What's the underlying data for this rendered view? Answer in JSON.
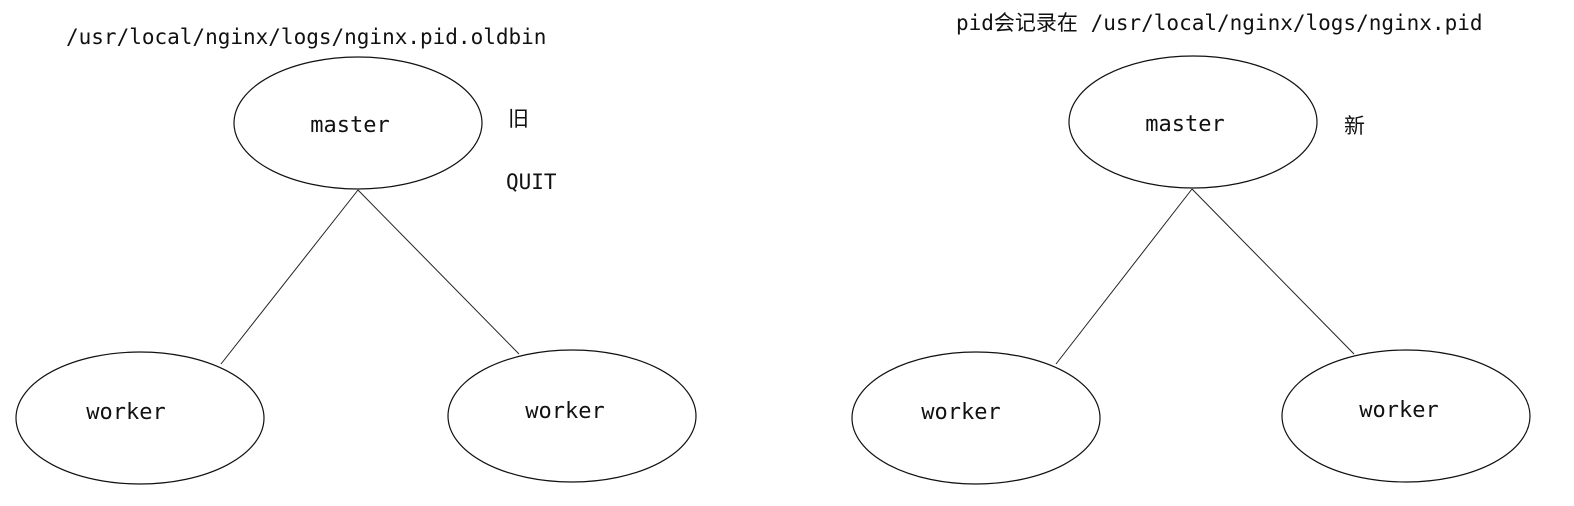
{
  "old_group": {
    "path_label": "/usr/local/nginx/logs/nginx.pid.oldbin",
    "master_label": "master",
    "tag": "旧",
    "signal": "QUIT",
    "worker_left_label": "worker",
    "worker_right_label": "worker"
  },
  "new_group": {
    "path_label": "pid会记录在 /usr/local/nginx/logs/nginx.pid",
    "master_label": "master",
    "tag": "新",
    "worker_left_label": "worker",
    "worker_right_label": "worker"
  }
}
